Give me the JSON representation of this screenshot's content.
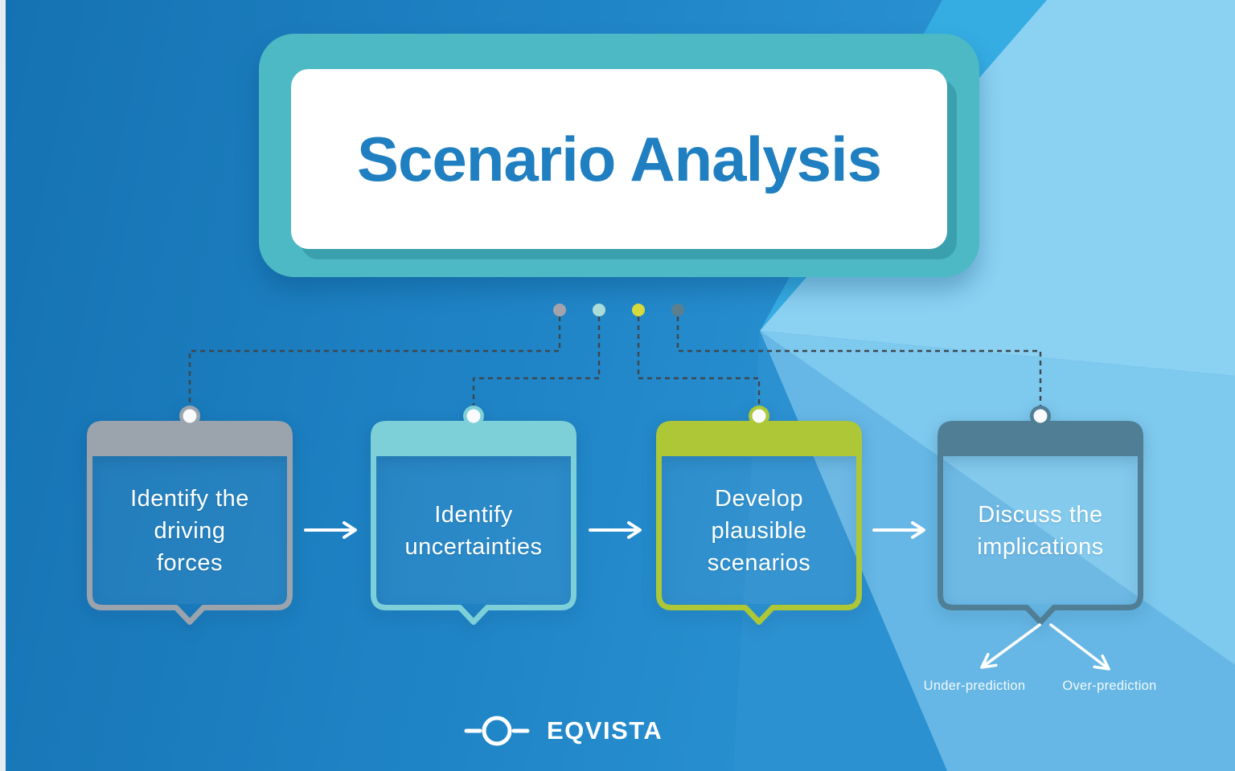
{
  "title": {
    "text": "Scenario Analysis"
  },
  "steps": [
    {
      "lines": [
        "Identify the",
        "driving",
        "forces"
      ],
      "color": "#9ba4ad",
      "dot_color": "#a4a3ab"
    },
    {
      "lines": [
        "Identify",
        "uncertainties"
      ],
      "color": "#7ed0d8",
      "dot_color": "#abdcd8"
    },
    {
      "lines": [
        "Develop",
        "plausible",
        "scenarios"
      ],
      "color": "#adc737",
      "dot_color": "#d6da3a"
    },
    {
      "lines": [
        "Discuss the",
        "implications"
      ],
      "color": "#4f7e95",
      "dot_color": "#5b7f8e"
    }
  ],
  "outcomes": [
    {
      "label": "Under-prediction"
    },
    {
      "label": "Over-prediction"
    }
  ],
  "logo": {
    "text": "EQVISTA"
  },
  "colors": {
    "title_text": "#1f7fc0",
    "title_frame": "#4cb9c5",
    "connector": "#3d474e",
    "arrow": "#ffffff"
  }
}
